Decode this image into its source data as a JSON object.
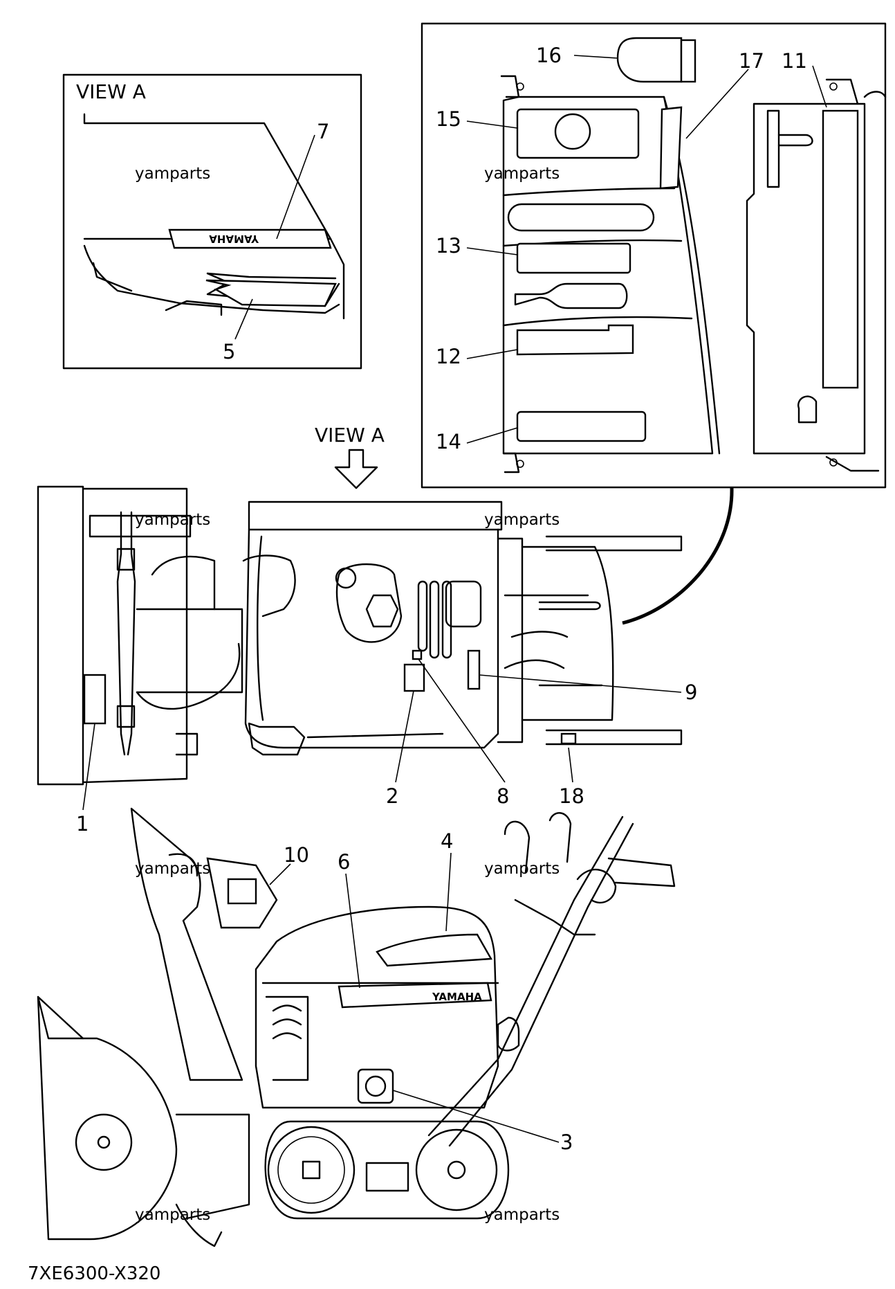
{
  "view_a_label": "VIEW A",
  "view_a_pointer_label": "VIEW A",
  "brand_text": "YAMAHA",
  "watermark": "yamparts",
  "drawing_code": "7XE6300-X320",
  "callouts": {
    "c1": "1",
    "c2": "2",
    "c3": "3",
    "c4": "4",
    "c5": "5",
    "c6": "6",
    "c7": "7",
    "c8": "8",
    "c9": "9",
    "c10": "10",
    "c11": "11",
    "c12": "12",
    "c13": "13",
    "c14": "14",
    "c15": "15",
    "c16": "16",
    "c17": "17",
    "c18": "18"
  }
}
